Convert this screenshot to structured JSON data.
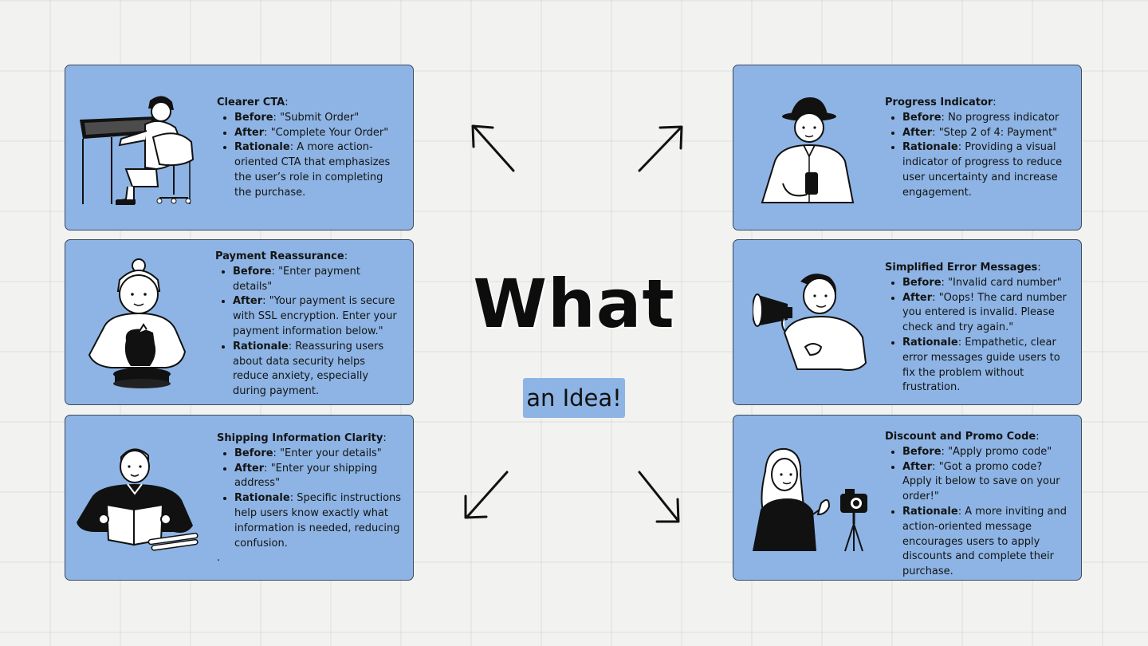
{
  "headline": "What",
  "tagline": "an Idea!",
  "colors": {
    "card": "#8db4e4",
    "background": "#f2f2f0",
    "grid": "#e3e3e1"
  },
  "cards": [
    {
      "title": "Clearer CTA",
      "illustration": "architect-at-drafting-table",
      "before": "\"Submit Order\"",
      "after": "\"Complete Your Order\"",
      "rationale": "A more action-oriented CTA that emphasizes the user’s role in completing the purchase."
    },
    {
      "title": "Payment Reassurance",
      "illustration": "potter-at-wheel",
      "before": "\"Enter payment details\"",
      "after": "\"Your payment is secure with SSL encryption. Enter your payment information below.\"",
      "rationale": "Reassuring users about data security helps reduce anxiety, especially during payment."
    },
    {
      "title": "Shipping Information Clarity",
      "illustration": "man-reading-book",
      "before": "\"Enter your details\"",
      "after": "\"Enter your shipping address\"",
      "rationale": "Specific instructions help users know exactly what information is needed, reducing confusion.",
      "trailing": "."
    },
    {
      "title": "Progress Indicator",
      "illustration": "man-in-hat-holding-phone",
      "before": "No progress indicator",
      "after": "\"Step 2 of 4: Payment\"",
      "rationale": "Providing a visual indicator of progress to reduce user uncertainty and increase engagement."
    },
    {
      "title": "Simplified Error Messages",
      "illustration": "man-with-megaphone",
      "before": "\"Invalid card number\"",
      "after": "\"Oops! The card number you entered is invalid. Please check and try again.\"",
      "rationale": "Empathetic, clear error messages guide users to fix the problem without frustration."
    },
    {
      "title": "Discount and Promo Code",
      "illustration": "woman-with-camera-on-tripod",
      "before": "\"Apply promo code\"",
      "after": "\"Got a promo code? Apply it below to save on your order!\"",
      "rationale": "A more inviting and action-oriented message encourages users to apply discounts and complete their purchase."
    }
  ],
  "labels": {
    "before": "Before",
    "after": "After",
    "rationale": "Rationale",
    "colon": ":"
  },
  "arrows": [
    "arrow-up-left-icon",
    "arrow-up-right-icon",
    "arrow-down-left-icon",
    "arrow-down-right-icon"
  ]
}
